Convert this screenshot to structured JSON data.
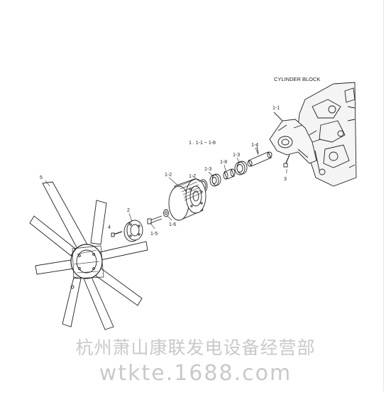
{
  "diagram": {
    "cylinder_block_label": "CYLINDER BLOCK",
    "assembly_label": "1 . 1-1 ~ 1-8",
    "callouts": {
      "fan": "5",
      "spacer": "2",
      "bolt_4": "4",
      "bolt_3": "3",
      "bracket": "1-1",
      "pulley": "1-2",
      "bearing": "1-3",
      "bearing_2": "1-3",
      "shaft": "1-4",
      "bolt_15": "1-5",
      "washer": "1-6",
      "snap_ring": "1-7",
      "collar": "1-8"
    }
  },
  "watermark": {
    "company": "杭州萧山康联发电设备经营部",
    "site": "wtkte.1688.com"
  }
}
